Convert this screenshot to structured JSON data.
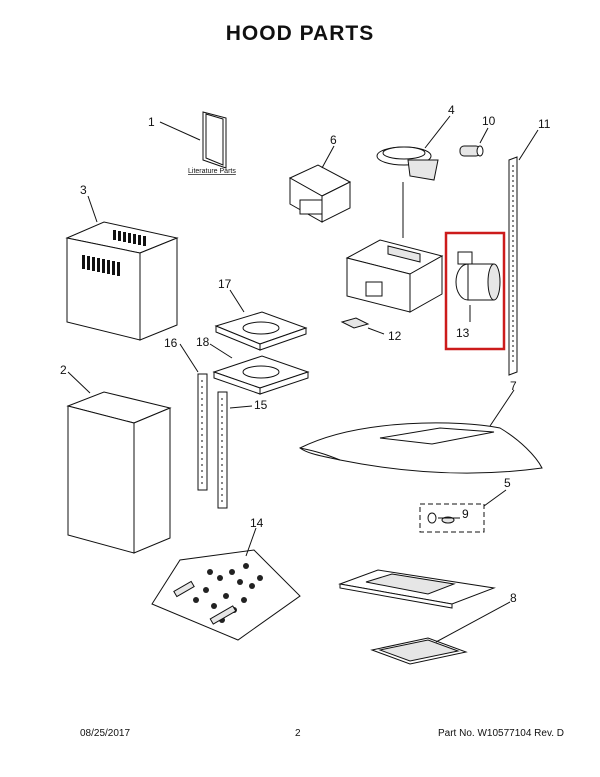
{
  "title": "HOOD  PARTS",
  "literature_label": "Literature Parts",
  "callouts": {
    "p1": "1",
    "p2": "2",
    "p3": "3",
    "p4": "4",
    "p5": "5",
    "p6": "6",
    "p7": "7",
    "p8": "8",
    "p9": "9",
    "p10": "10",
    "p11": "11",
    "p12": "12",
    "p13": "13",
    "p14": "14",
    "p15": "15",
    "p16": "16",
    "p17": "17",
    "p18": "18"
  },
  "highlight_color": "#cc1b1b",
  "footer": {
    "date": "08/25/2017",
    "page": "2",
    "part_no": "Part No.  W10577104  Rev.  D"
  }
}
